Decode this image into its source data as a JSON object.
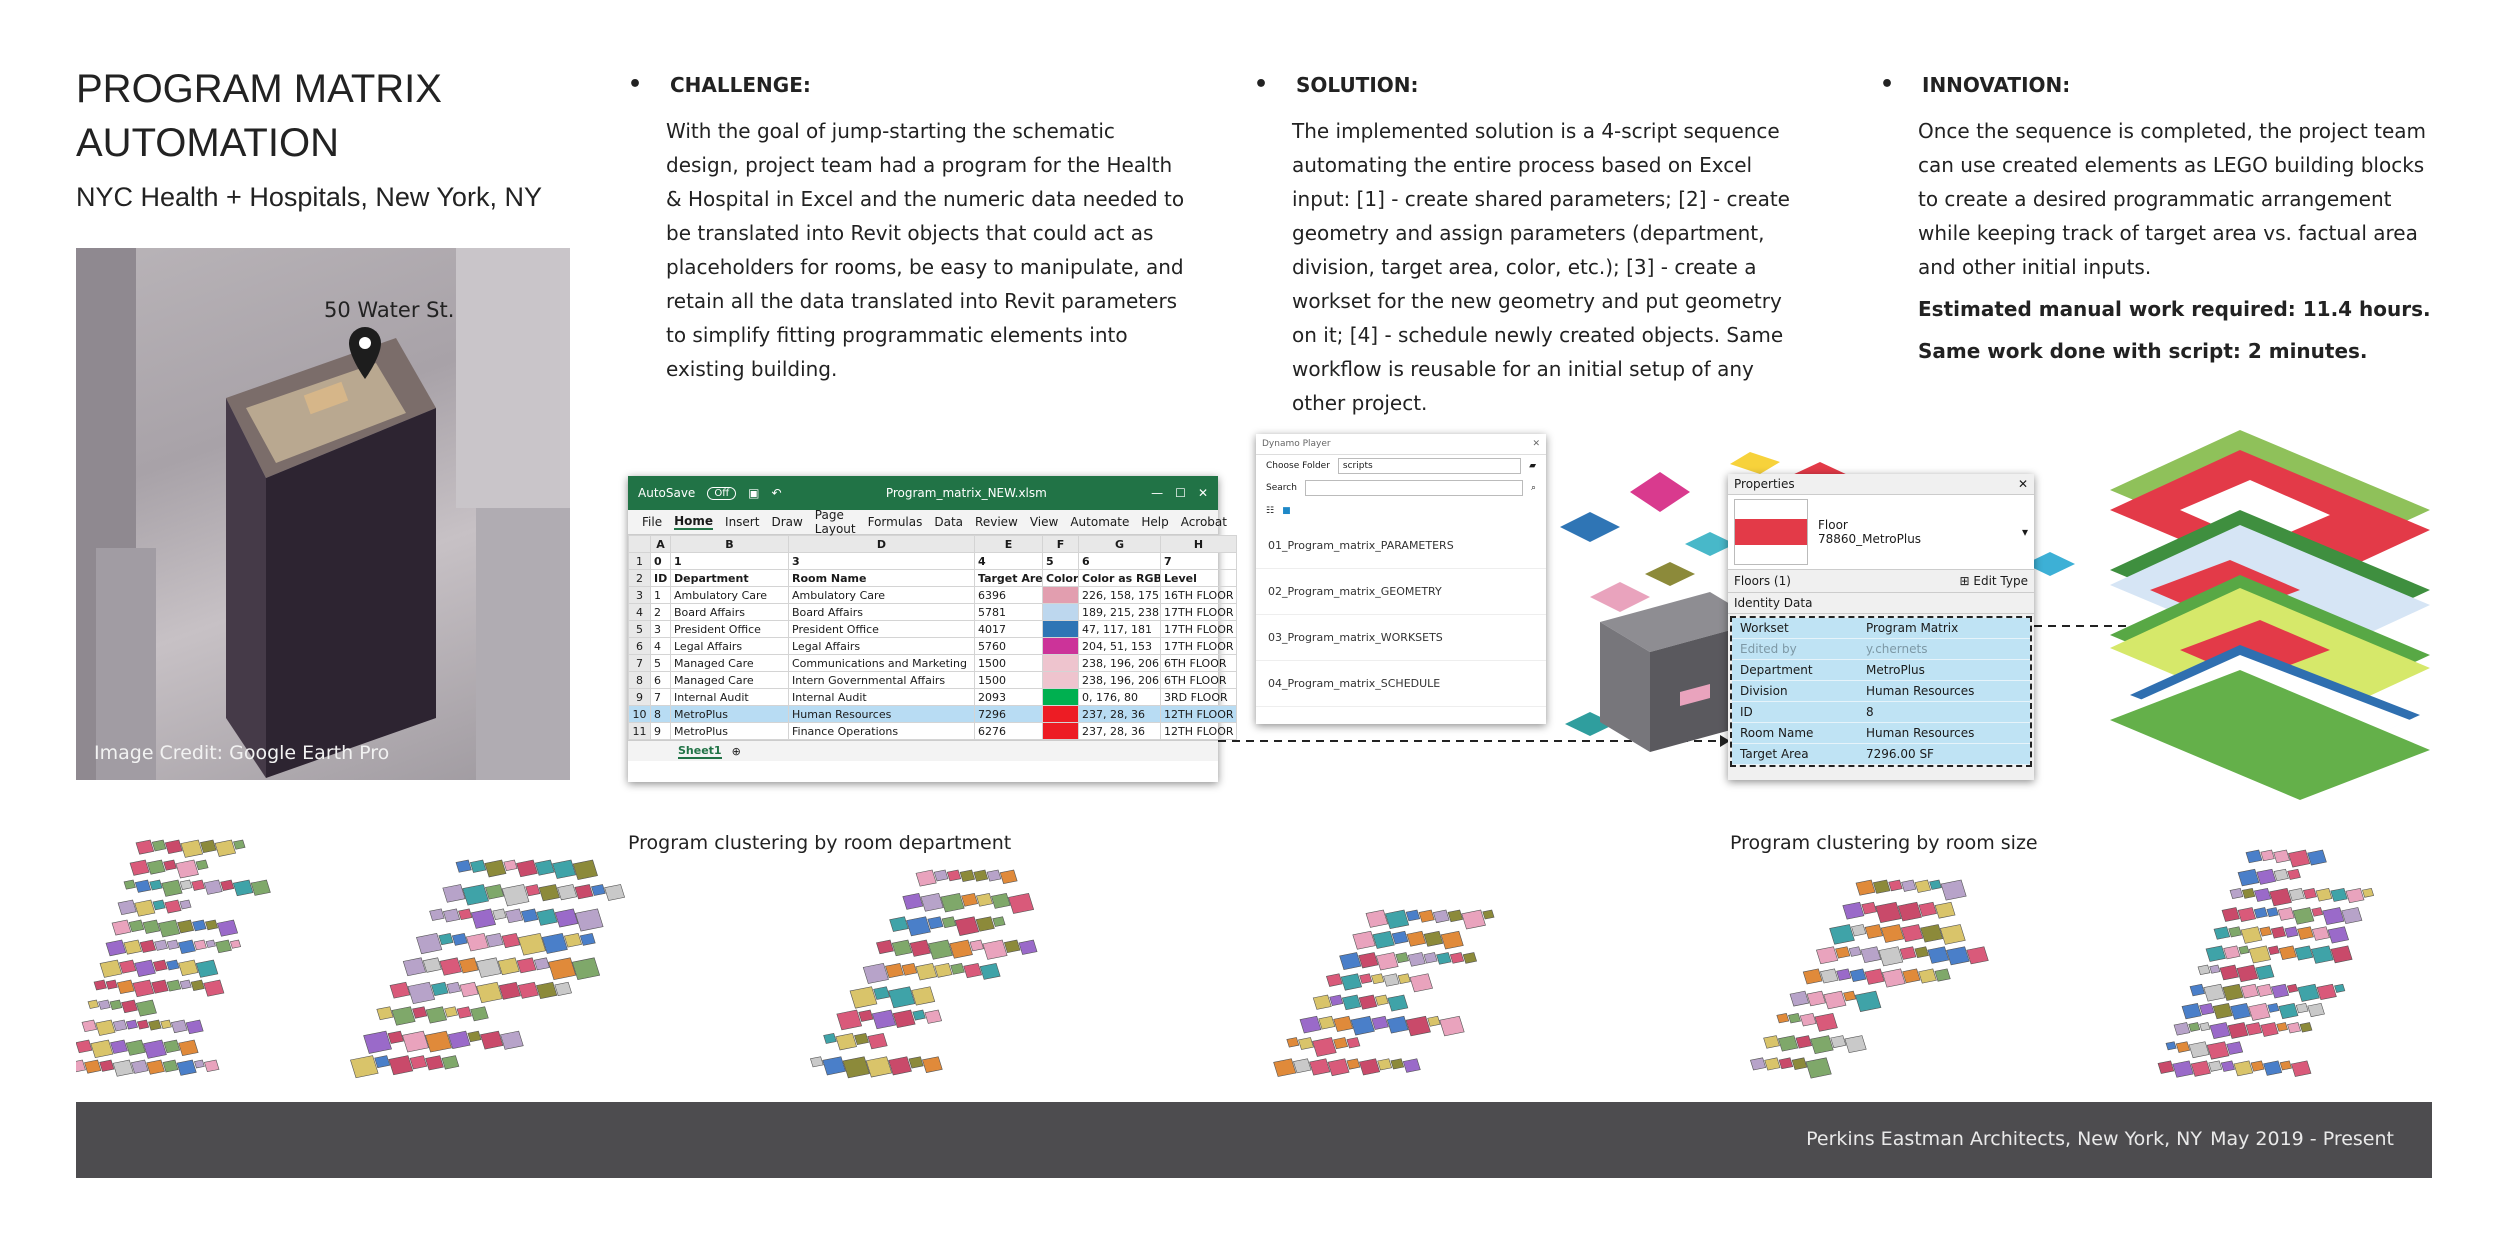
{
  "header": {
    "title": "PROGRAM MATRIX AUTOMATION",
    "subtitle": "NYC Health + Hospitals, New York, NY"
  },
  "photo": {
    "label": "50 Water St.",
    "credit": "Image Credit: Google Earth Pro"
  },
  "challenge": {
    "heading": "CHALLENGE",
    "colon": ":",
    "text": "With  the goal of jump-starting the schematic design, project team had a program for the Health & Hospital in Excel and the numeric data needed to be translated into Revit objects that could act as placeholders for rooms, be easy to manipulate, and retain all the data translated into Revit parameters to simplify fitting programmatic elements into existing building."
  },
  "solution": {
    "heading": "SOLUTION",
    "colon": ":",
    "text": "The implemented solution is a 4-script sequence automating the entire process based on Excel input: [1] - create shared parameters; [2] - create geometry and assign parameters (department, division, target area, color, etc.); [3] - create a workset for the new geometry and put geometry on it; [4] - schedule newly created objects. Same workflow is reusable for an initial setup of any other project."
  },
  "innovation": {
    "heading": "INNOVATION",
    "colon": ":",
    "text": "Once the sequence is completed, the project team can use created elements as LEGO building blocks to create a desired programmatic arrangement while keeping track of target area vs. factual area and other initial inputs.",
    "estimate": "Estimated manual work required: 11.4  hours.",
    "script_time": "Same work done with script: 2 minutes."
  },
  "excel": {
    "autosave": "AutoSave",
    "autosave_state": "Off",
    "filename": "Program_matrix_NEW.xlsm",
    "menu": [
      "File",
      "Home",
      "Insert",
      "Draw",
      "Page Layout",
      "Formulas",
      "Data",
      "Review",
      "View",
      "Automate",
      "Help",
      "Acrobat"
    ],
    "col_letters": [
      "",
      "A",
      "B",
      "D",
      "E",
      "F",
      "G",
      "H"
    ],
    "rows": [
      {
        "n": "1",
        "cells": [
          "0",
          "1",
          "3",
          "4",
          "5",
          "6",
          "7"
        ],
        "color": ""
      },
      {
        "n": "2",
        "cells": [
          "ID",
          "Department",
          "Room Name",
          "Target Area",
          "Color",
          "Color as RGB",
          "Level"
        ],
        "color": ""
      },
      {
        "n": "3",
        "cells": [
          "1",
          "Ambulatory Care",
          "Ambulatory Care",
          "6396",
          "",
          "226, 158, 175",
          "16TH FLOOR"
        ],
        "color": "#e29eaf"
      },
      {
        "n": "4",
        "cells": [
          "2",
          "Board Affairs",
          "Board Affairs",
          "5781",
          "",
          "189, 215, 238",
          "17TH FLOOR"
        ],
        "color": "#bdd7ee"
      },
      {
        "n": "5",
        "cells": [
          "3",
          "President Office",
          "President Office",
          "4017",
          "",
          "47, 117, 181",
          "17TH FLOOR"
        ],
        "color": "#2f75b5"
      },
      {
        "n": "6",
        "cells": [
          "4",
          "Legal Affairs",
          "Legal Affairs",
          "5760",
          "",
          "204, 51, 153",
          "17TH FLOOR"
        ],
        "color": "#cc3399"
      },
      {
        "n": "7",
        "cells": [
          "5",
          "Managed Care",
          "Communications and Marketing",
          "1500",
          "",
          "238, 196, 206",
          "6TH FLOOR"
        ],
        "color": "#eec4ce"
      },
      {
        "n": "8",
        "cells": [
          "6",
          "Managed Care",
          "Intern Governmental Affairs",
          "1500",
          "",
          "238, 196, 206",
          "6TH FLOOR"
        ],
        "color": "#eec4ce"
      },
      {
        "n": "9",
        "cells": [
          "7",
          "Internal Audit",
          "Internal Audit",
          "2093",
          "",
          "0, 176, 80",
          "3RD FLOOR"
        ],
        "color": "#00b050"
      },
      {
        "n": "10",
        "cells": [
          "8",
          "MetroPlus",
          "Human Resources",
          "7296",
          "",
          "237, 28, 36",
          "12TH FLOOR"
        ],
        "color": "#ed1c24"
      },
      {
        "n": "11",
        "cells": [
          "9",
          "MetroPlus",
          "Finance Operations",
          "6276",
          "",
          "237, 28, 36",
          "12TH FLOOR"
        ],
        "color": "#ed1c24"
      }
    ],
    "sheet": "Sheet1",
    "selected_row": "10"
  },
  "dynamo": {
    "title": "Dynamo Player",
    "choose_folder": "Choose Folder",
    "folder_value": "scripts",
    "search": "Search",
    "scripts": [
      "01_Program_matrix_PARAMETERS",
      "02_Program_matrix_GEOMETRY",
      "03_Program_matrix_WORKSETS",
      "04_Program_matrix_SCHEDULE"
    ]
  },
  "properties": {
    "title": "Properties",
    "close": "✕",
    "type_name": "Floor",
    "type_detail": "78860_MetroPlus",
    "floors": "Floors (1)",
    "edit_type": "Edit Type",
    "section": "Identity Data",
    "fields": [
      {
        "k": "Workset",
        "v": "Program Matrix",
        "muted": false
      },
      {
        "k": "Edited by",
        "v": "y.chernets",
        "muted": true
      },
      {
        "k": "Department",
        "v": "MetroPlus",
        "muted": false
      },
      {
        "k": "Division",
        "v": "Human Resources",
        "muted": false
      },
      {
        "k": "ID",
        "v": "8",
        "muted": false
      },
      {
        "k": "Room Name",
        "v": "Human Resources",
        "muted": false
      },
      {
        "k": "Target Area",
        "v": "7296.00 SF",
        "muted": false
      }
    ]
  },
  "captions": {
    "department": "Program clustering by room department",
    "size": "Program clustering by room size"
  },
  "footer": {
    "org": "Perkins Eastman Architects, New York, NY",
    "date": "May 2019 - Present"
  },
  "colors": {
    "excel_green": "#217346",
    "footer_bg": "#4d4c4f",
    "selection_blue": "#bfe3f4",
    "metroplus_red": "#ed1c24"
  },
  "icons": [
    "map-pin-icon",
    "save-icon",
    "undo-icon",
    "close-icon",
    "minimize-icon",
    "maximize-icon",
    "search-icon",
    "folder-icon",
    "edit-type-icon"
  ]
}
